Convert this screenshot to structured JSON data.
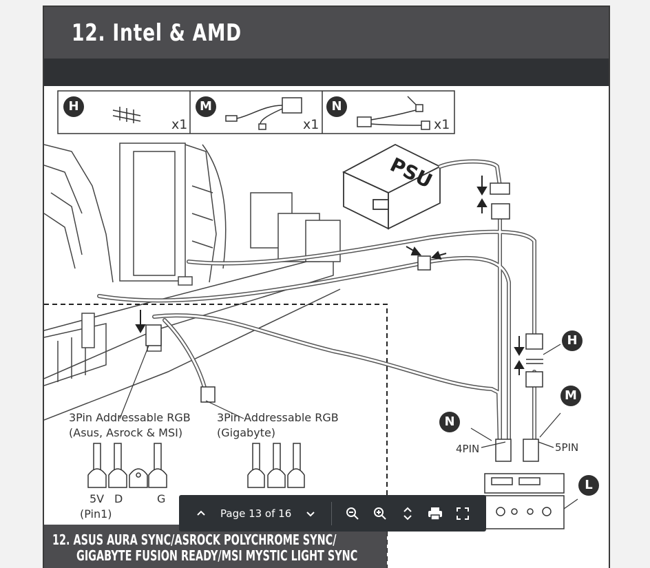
{
  "document": {
    "title": "12. Intel & AMD",
    "footer_line1": "12. ASUS AURA SYNC/ASROCK POLYCHROME SYNC/",
    "footer_line2": "GIGABYTE FUSION READY/MSI MYSTIC LIGHT SYNC"
  },
  "parts": [
    {
      "letter": "H",
      "qty": "x1"
    },
    {
      "letter": "M",
      "qty": "x1"
    },
    {
      "letter": "N",
      "qty": "x1"
    }
  ],
  "diagram": {
    "psu_label": "PSU",
    "callouts": [
      "H",
      "M",
      "N",
      "L"
    ],
    "pin4": "4PIN",
    "pin5": "5PIN",
    "rgb_asus_line1": "3Pin Addressable RGB",
    "rgb_asus_line2": "(Asus, Asrock & MSI)",
    "rgb_gb_line1": "3Pin Addressable RGB",
    "rgb_gb_line2": "(Gigabyte)",
    "pin_5v": "5V",
    "pin_d": "D",
    "pin_g": "G",
    "pin1": "(Pin1)"
  },
  "toolbar": {
    "page_info": "Page 13 of 16",
    "icons": [
      "chevron-up-icon",
      "chevron-down-icon",
      "zoom-out-icon",
      "zoom-in-icon",
      "fit-height-icon",
      "print-icon",
      "fullscreen-icon"
    ]
  },
  "colors": {
    "title_bar": "#4c4c4f",
    "sub_bar": "#2f3134",
    "toolbar_bg": "#2d3135"
  }
}
